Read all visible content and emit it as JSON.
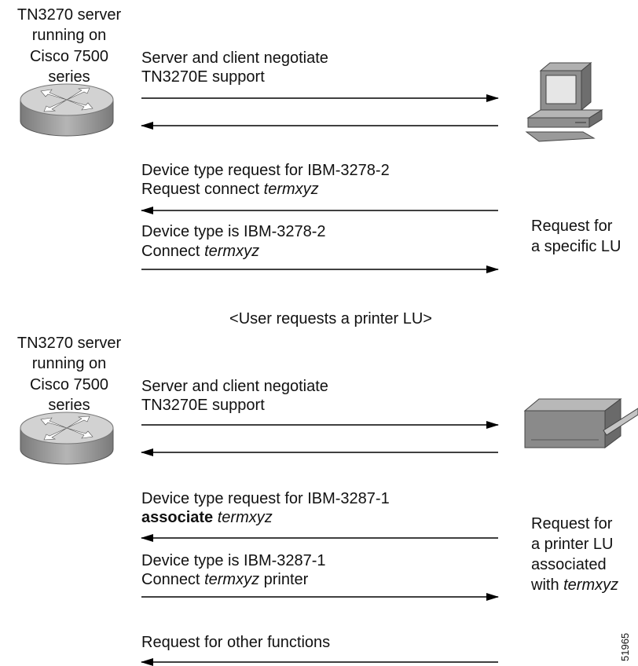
{
  "top_section": {
    "server_label": [
      "TN3270 server",
      "running on",
      "Cisco 7500",
      "series"
    ],
    "msg_negotiate": [
      "Server and client negotiate",
      "TN3270E support"
    ],
    "msg_device_request": {
      "line1": "Device type request for IBM-3278-2",
      "line2_prefix": "Request connect ",
      "line2_italic": "termxyz"
    },
    "msg_device_is": {
      "line1": "Device type is IBM-3278-2",
      "line2_prefix": "Connect ",
      "line2_italic": "termxyz"
    },
    "side_note": [
      "Request for",
      "a specific LU"
    ],
    "client_device": "workstation-icon"
  },
  "separator_note": "<User requests a printer LU>",
  "bottom_section": {
    "server_label": [
      "TN3270 server",
      "running on",
      "Cisco 7500",
      "series"
    ],
    "msg_negotiate": [
      "Server and client negotiate",
      "TN3270E support"
    ],
    "msg_device_request": {
      "line1": "Device type request for IBM-3287-1",
      "line2_bold": "associate",
      "line2_italic": "termxyz"
    },
    "msg_device_is": {
      "line1": "Device type is IBM-3287-1",
      "line2_prefix": "Connect ",
      "line2_italic": "termxyz",
      "line2_suffix": " printer"
    },
    "side_note": {
      "line1": "Request for",
      "line2": "a printer LU",
      "line3": "associated",
      "line4_prefix": "with ",
      "line4_italic": "termxyz"
    },
    "msg_other": "Request for other functions",
    "client_device": "printer-icon"
  },
  "figure_number": "51965",
  "colors": {
    "line": "#000000",
    "router_body": "#9a9a9a",
    "router_top": "#cfcfcf",
    "device": "#8a8a8a"
  }
}
